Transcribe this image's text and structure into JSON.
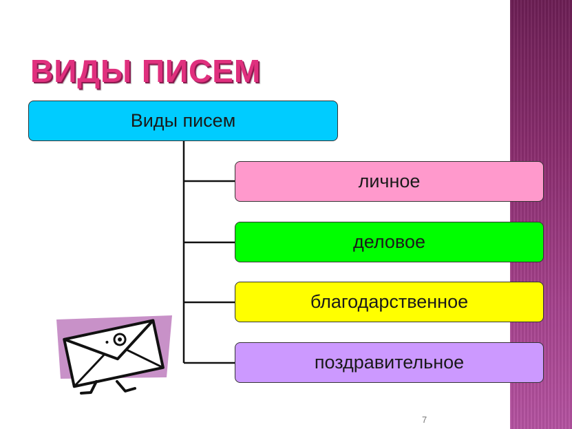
{
  "slide": {
    "title": "ВИДЫ ПИСЕМ",
    "page_number": "7"
  },
  "diagram": {
    "root": {
      "label": "Виды писем",
      "color": "#00ccff"
    },
    "children": [
      {
        "label": "личное",
        "color": "#ff99cc"
      },
      {
        "label": "деловое",
        "color": "#00ff00"
      },
      {
        "label": "благодарственное",
        "color": "#ffff00"
      },
      {
        "label": "поздравительное",
        "color": "#cc99ff"
      }
    ]
  },
  "colors": {
    "title": "#e0307e",
    "side_band": "#8a2d6e",
    "envelope_background": "#c891c8"
  },
  "icons": {
    "illustration": "walking-envelope-icon"
  }
}
